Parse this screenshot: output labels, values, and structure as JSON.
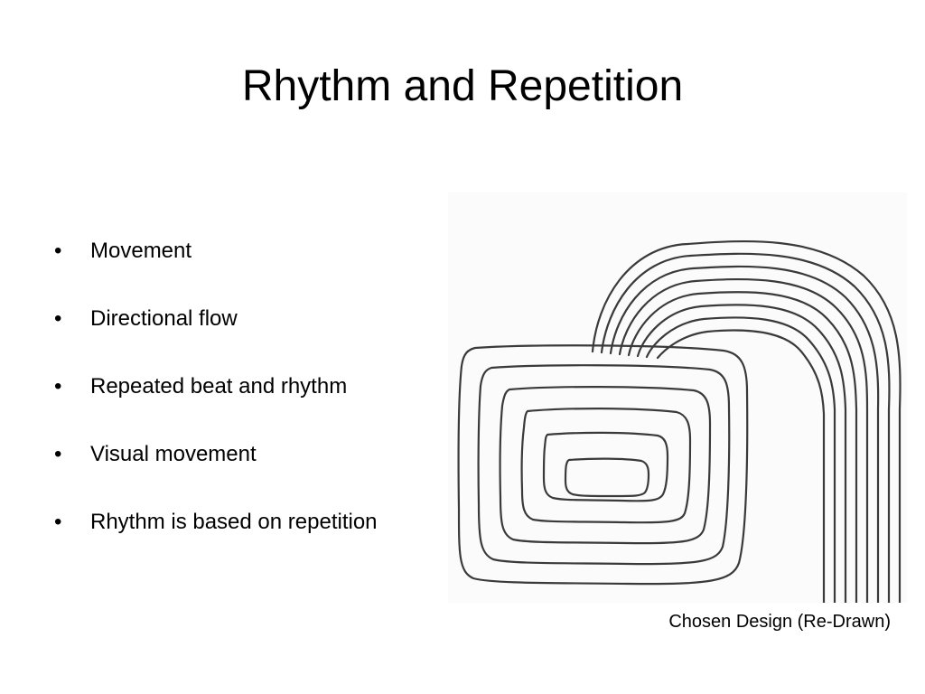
{
  "slide": {
    "title": "Rhythm and Repetition",
    "bullet_symbol": "•",
    "bullets": [
      "Movement",
      "Directional flow",
      "Repeated beat and rhythm",
      "Visual movement",
      "Rhythm is based on repetition"
    ],
    "figure": {
      "subject": "hand-drawn concentric rounded rectangles with arches flowing to the right",
      "caption": "Chosen Design (Re-Drawn)"
    }
  }
}
